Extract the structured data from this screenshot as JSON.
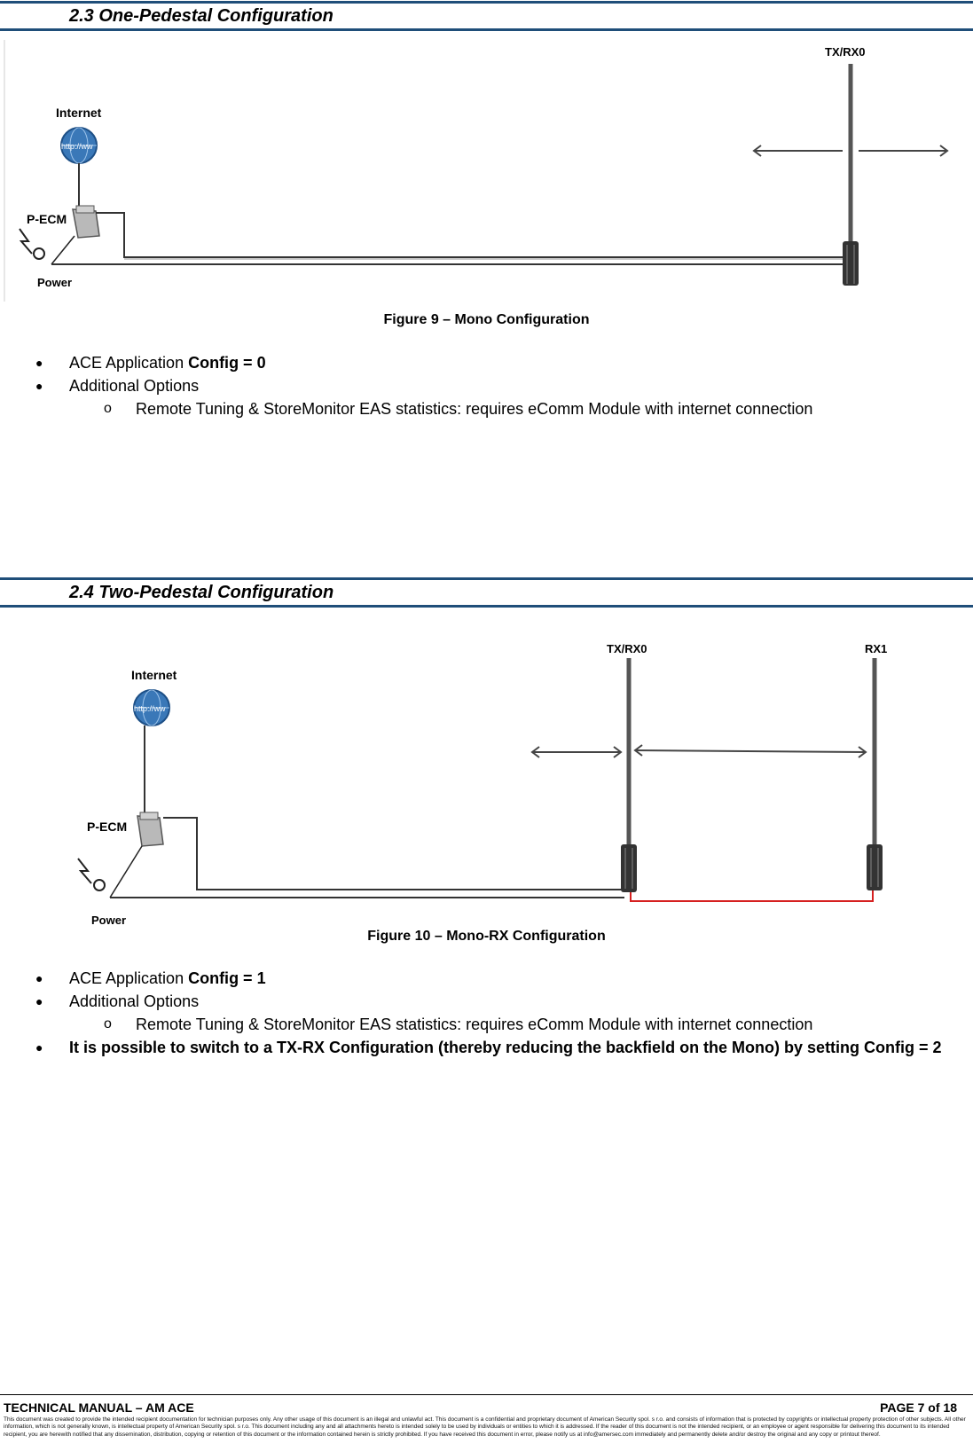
{
  "section_1": {
    "heading": "2.3  One-Pedestal Configuration",
    "figure": {
      "labels": {
        "internet": "Internet",
        "globe": "http://ww",
        "pecm": "P-ECM",
        "power": "Power",
        "txrx": "TX/RX0"
      },
      "caption": "Figure 9 – Mono Configuration"
    },
    "bullets": [
      {
        "prefix": "ACE Application ",
        "bold": "Config = 0"
      },
      {
        "prefix": "Additional Options",
        "bold": ""
      }
    ],
    "sub_bullet": "Remote Tuning & StoreMonitor EAS statistics: requires eComm Module with internet connection"
  },
  "section_2": {
    "heading": "2.4  Two-Pedestal Configuration",
    "figure": {
      "labels": {
        "internet": "Internet",
        "globe": "http://ww",
        "pecm": "P-ECM",
        "power": "Power",
        "txrx": "TX/RX0",
        "rx1": "RX1"
      },
      "caption": "Figure 10 – Mono-RX Configuration"
    },
    "bullets": [
      {
        "prefix": "ACE Application ",
        "bold": "Config = 1"
      },
      {
        "prefix": "Additional Options",
        "bold": ""
      }
    ],
    "sub_bullet": "Remote Tuning & StoreMonitor EAS statistics: requires eComm Module with internet connection",
    "note": "It is possible to switch to a TX-RX Configuration (thereby reducing the backfield on the Mono) by setting Config = 2"
  },
  "footer": {
    "title": "TECHNICAL MANUAL – AM ACE",
    "page": "PAGE 7 of 18",
    "legal": "This document was created to provide the intended recipient documentation for technician purposes only. Any other usage of this document is an illegal and unlawful act. This document is a confidential and proprietary document of American Security spol. s r.o. and consists of information that is protected by copyrights or intellectual property protection of other subjects. All other information, which is not generally known, is intellectual property of American Security spol. s r.o. This document including any and all attachments hereto is intended solely to be used by individuals or entities to which it is addressed. If the reader of this document is not the intended recipient, or an employee or agent responsible for delivering this document to its intended recipient, you are herewith notified that any dissemination, distribution, copying or retention of this document or the information contained herein is strictly prohibited. If you have received this document in error, please notify us at info@amersec.com immediately and permanently delete and/or destroy the original and any copy or printout thereof."
  },
  "colors": {
    "rule": "#1f4e79",
    "globe": "#3a78b8",
    "rx_cable": "#d62020"
  }
}
